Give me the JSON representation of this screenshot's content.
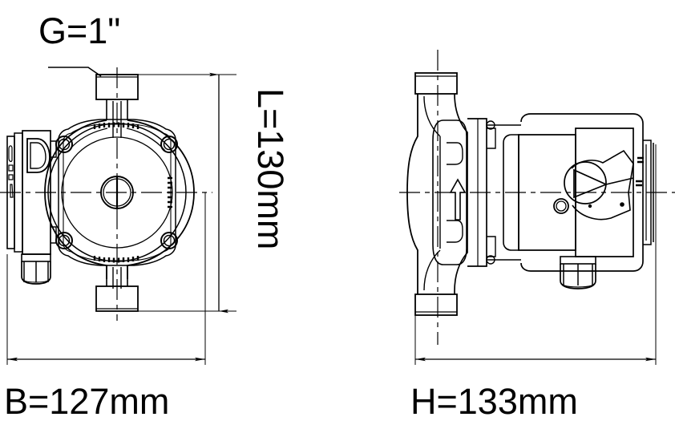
{
  "drawing": {
    "title": "circulation-pump-dimension-drawing",
    "background_color": "#ffffff",
    "line_color": "#000000"
  },
  "views": {
    "front": {
      "name": "front-view",
      "thread_callout": "G=1\"",
      "height_dimension": "L=130mm",
      "width_dimension": "B=127mm"
    },
    "side": {
      "name": "side-view",
      "width_dimension": "H=133mm",
      "flow_arrow": "flow-direction-arrow-up"
    }
  },
  "labels": {
    "g_thread": "G=1\"",
    "l_length": "L=130mm",
    "b_width": "B=127mm",
    "h_height": "H=133mm"
  },
  "components": {
    "top_flange": "top-flange",
    "bottom_flange": "bottom-flange",
    "pump_housing": "pump-housing",
    "motor_casing": "motor-casing",
    "terminal_box": "terminal-box",
    "selector_knob": "speed-selector-knob",
    "cable_gland": "cable-gland",
    "vent_screw": "center-vent-screw",
    "bolts": [
      "bolt-top-left",
      "bolt-top-right",
      "bolt-bottom-left",
      "bolt-bottom-right"
    ]
  }
}
